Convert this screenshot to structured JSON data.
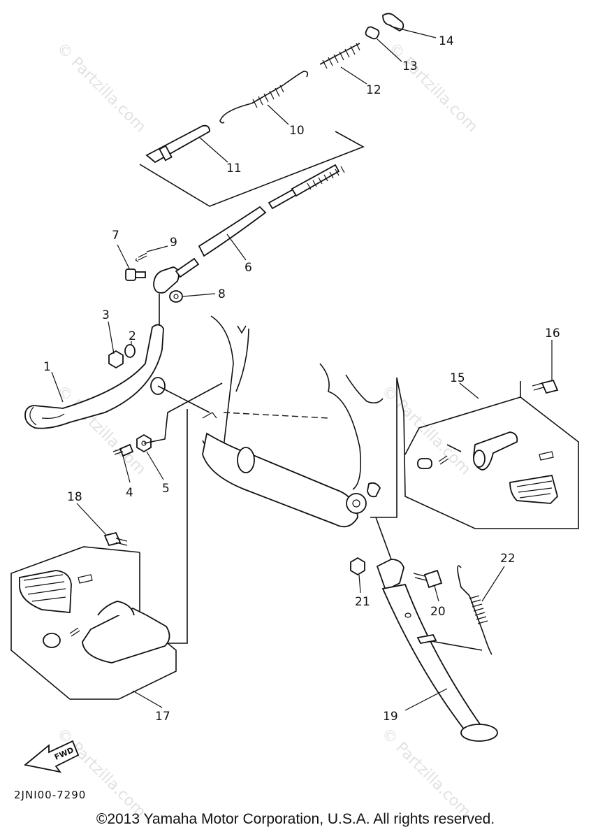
{
  "diagram": {
    "code": "2JNI00-7290",
    "fwd_label": "FWD",
    "watermark": "© Partzilla.com",
    "callouts": [
      "1",
      "2",
      "3",
      "4",
      "5",
      "6",
      "7",
      "8",
      "9",
      "10",
      "11",
      "12",
      "13",
      "14",
      "15",
      "16",
      "17",
      "18",
      "19",
      "20",
      "21",
      "22"
    ]
  },
  "footer": {
    "copyright": "©2013 Yamaha Motor Corporation, U.S.A. All rights reserved."
  }
}
